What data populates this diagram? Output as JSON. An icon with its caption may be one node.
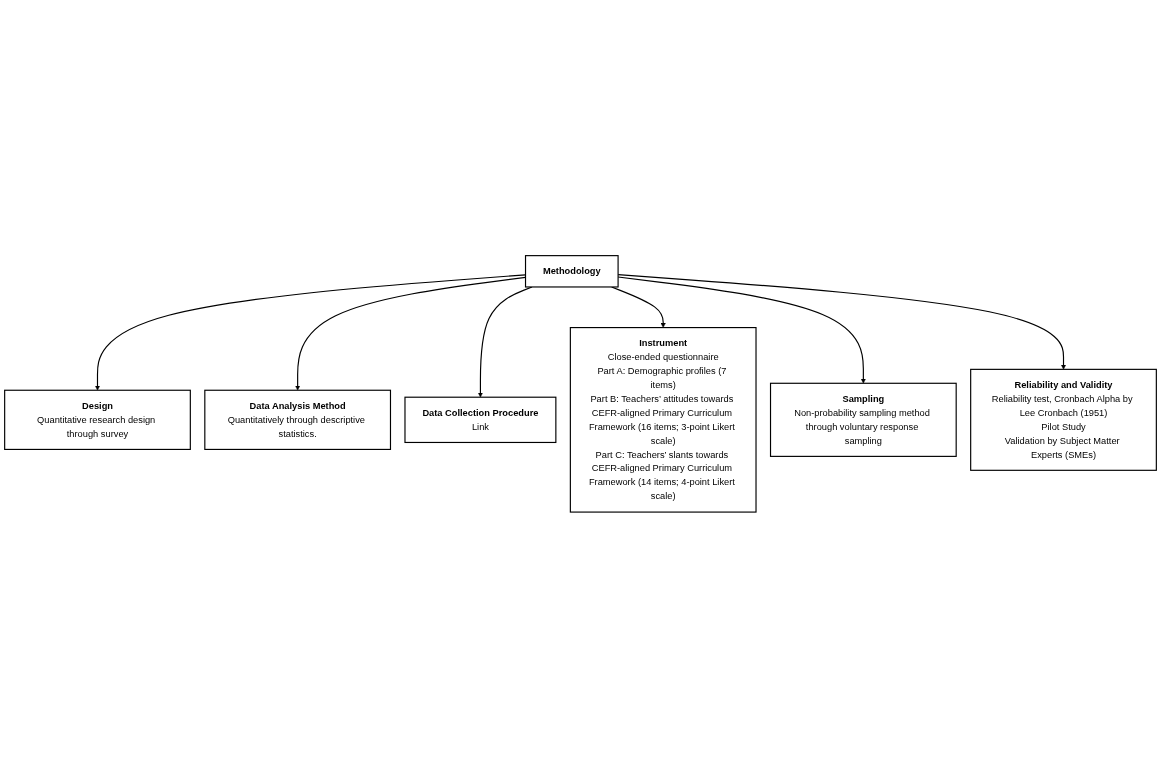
{
  "diagram": {
    "nodes": [
      {
        "text": [
          "Data Analysis Method",
          "Quantitatively through descriptive statistics."
        ]
      },
      {
        "text": [
          "Design",
          "Quantitative research design through survey"
        ]
      },
      {
        "text": [
          "Data Collection Procedure",
          "Link"
        ]
      },
      {
        "text": [
          "Instrument",
          "Close-ended questionnaire",
          "Part A: Demographic profiles (7 items)",
          "Part B: Teachers’ attitudes towards CEFR-aligned Primary Curriculum Framework (16 items; 3-point Likert scale)",
          "Part C: Teachers’ slants towards CEFR-aligned Primary Curriculum Framework (14 items; 4-point Likert scale)"
        ]
      },
      {
        "text": [
          "Methodology"
        ]
      },
      {
        "text": [
          "Sampling",
          "Non-probability sampling method through voluntary response sampling"
        ]
      },
      {
        "text": [
          "Reliability and Validity",
          "Reliability test, Cronbach Alpha by Lee Cronbach (1951)",
          "Pilot Study",
          "Validation by Subject Matter Experts (SMEs)"
        ]
      }
    ],
    "edges": [
      {
        "from": 4,
        "to": 1,
        "arrow": "to"
      },
      {
        "from": 4,
        "to": 0,
        "arrow": "to"
      },
      {
        "from": 4,
        "to": 2,
        "arrow": "to"
      },
      {
        "from": 4,
        "to": 3,
        "arrow": "to"
      },
      {
        "from": 4,
        "to": 5,
        "arrow": "to"
      },
      {
        "from": 4,
        "to": 6,
        "arrow": "to"
      }
    ]
  }
}
